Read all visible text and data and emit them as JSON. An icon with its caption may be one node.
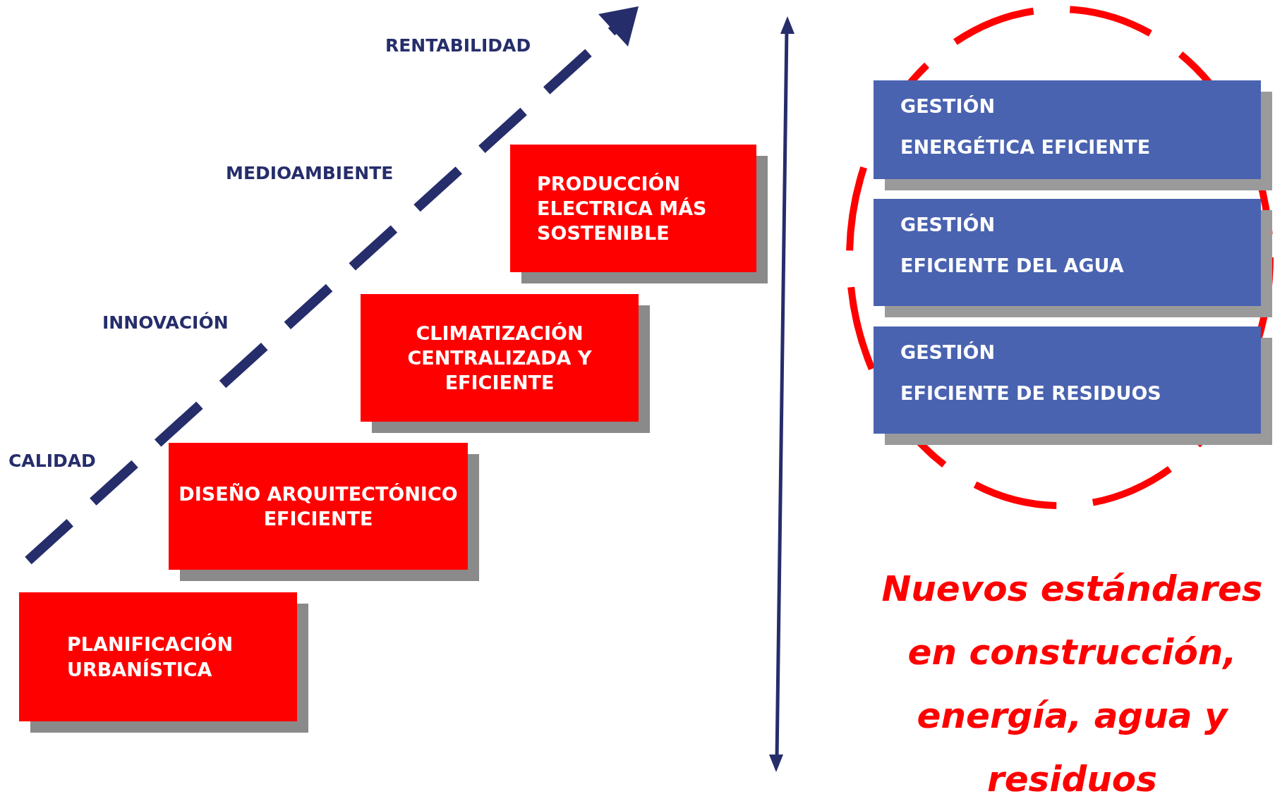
{
  "diagram": {
    "nodes": [
      {
        "text": [
          "PLANIFICACIÓN URBANÍSTICA"
        ]
      },
      {
        "text": [
          "DISEÑO ARQUITECTÓNICO EFICIENTE"
        ]
      },
      {
        "text": [
          "CLIMATIZACIÓN CENTRALIZADA Y EFICIENTE"
        ]
      },
      {
        "text": [
          "PRODUCCIÓN ELECTRICA MÁS SOSTENIBLE"
        ]
      },
      {
        "text": [
          "GESTIÓN",
          "ENERGÉTICA EFICIENTE"
        ]
      },
      {
        "text": [
          "GESTIÓN",
          "EFICIENTE DEL AGUA"
        ]
      },
      {
        "text": [
          "GESTIÓN",
          "EFICIENTE DE RESIDUOS"
        ]
      }
    ],
    "edges": [],
    "labels": [
      "RENTABILIDAD",
      "MEDIOAMBIENTE",
      "INNOVACIÓN",
      "CALIDAD",
      "Nuevos estándares en construcción, energía, agua y residuos"
    ]
  }
}
